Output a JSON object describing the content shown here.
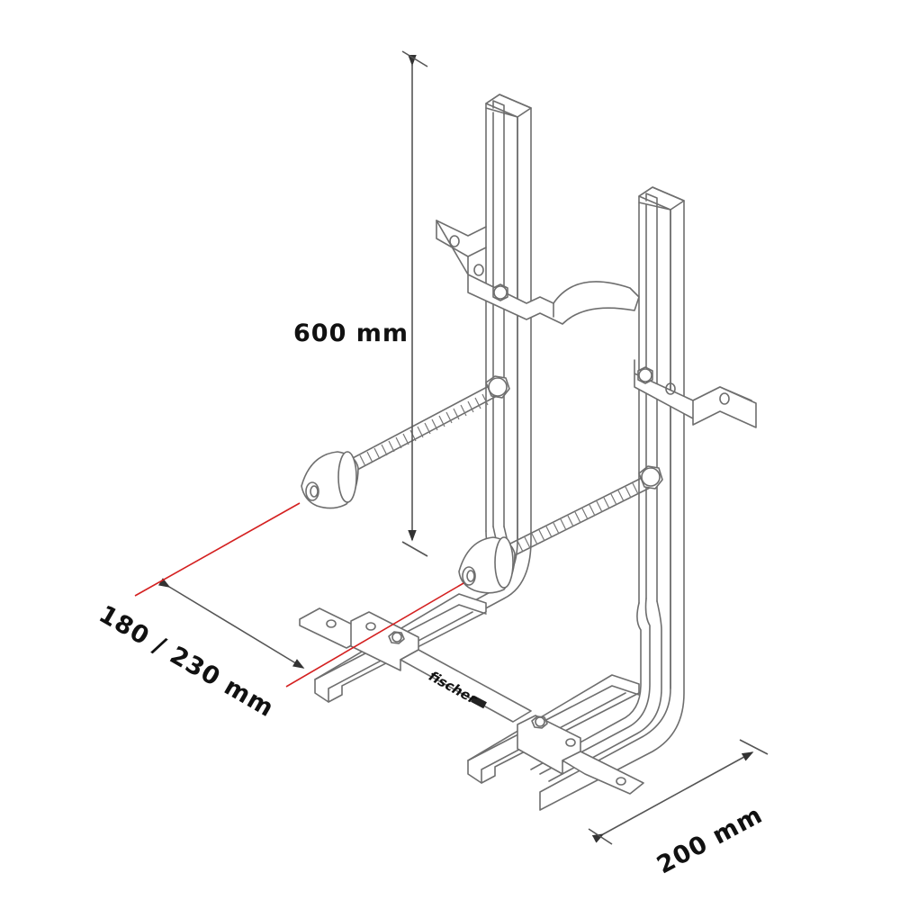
{
  "diagram": {
    "subject": "Wall mounting bracket with adjustable threaded rods and caps",
    "brand_label": "fischer",
    "dimensions": {
      "height": {
        "label": "600 mm"
      },
      "depth": {
        "label": "180 / 230 mm"
      },
      "width": {
        "label": "200 mm"
      }
    },
    "colors": {
      "line": "#6e6e6e",
      "dimension_line": "#555555",
      "reference_line": "#d42020",
      "text": "#111111",
      "background": "#ffffff"
    }
  }
}
